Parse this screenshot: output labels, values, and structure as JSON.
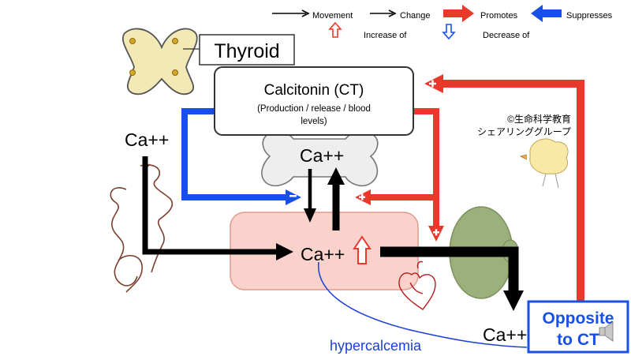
{
  "legend": {
    "movement": "Movement",
    "change": "Change",
    "promotes": "Promotes",
    "suppresses": "Suppresses",
    "increase_of": "Increase of",
    "decrease_of": "Decrease of"
  },
  "thyroid_label": "Thyroid",
  "calcitonin": {
    "title": "Calcitonin (CT)",
    "subtitle_line1": "(Production / release / blood",
    "subtitle_line2": "levels)"
  },
  "ca_labels": {
    "intestine": "Ca++",
    "bone": "Ca++",
    "blood": "Ca++",
    "kidney_out": "Ca++"
  },
  "copyright_line1": "©生命科学教育",
  "copyright_line2": "シェアリンググループ",
  "hypercalcemia": "hypercalcemia",
  "opposite_box": {
    "line1": "Opposite",
    "line2": "to CT"
  },
  "colors": {
    "promote_red": "#e8392a",
    "suppress_blue": "#1750e6",
    "movement_black": "#000000",
    "blood_fill": "#f9d3cb",
    "kidney_green": "#9bb07a",
    "thyroid_fill": "#f3e9b5",
    "bone_fill": "#eeeeee",
    "opposite_border": "#1750e6",
    "hypercalcemia_text": "#1a3fd6"
  },
  "icons": {
    "speaker": "speaker-icon"
  }
}
